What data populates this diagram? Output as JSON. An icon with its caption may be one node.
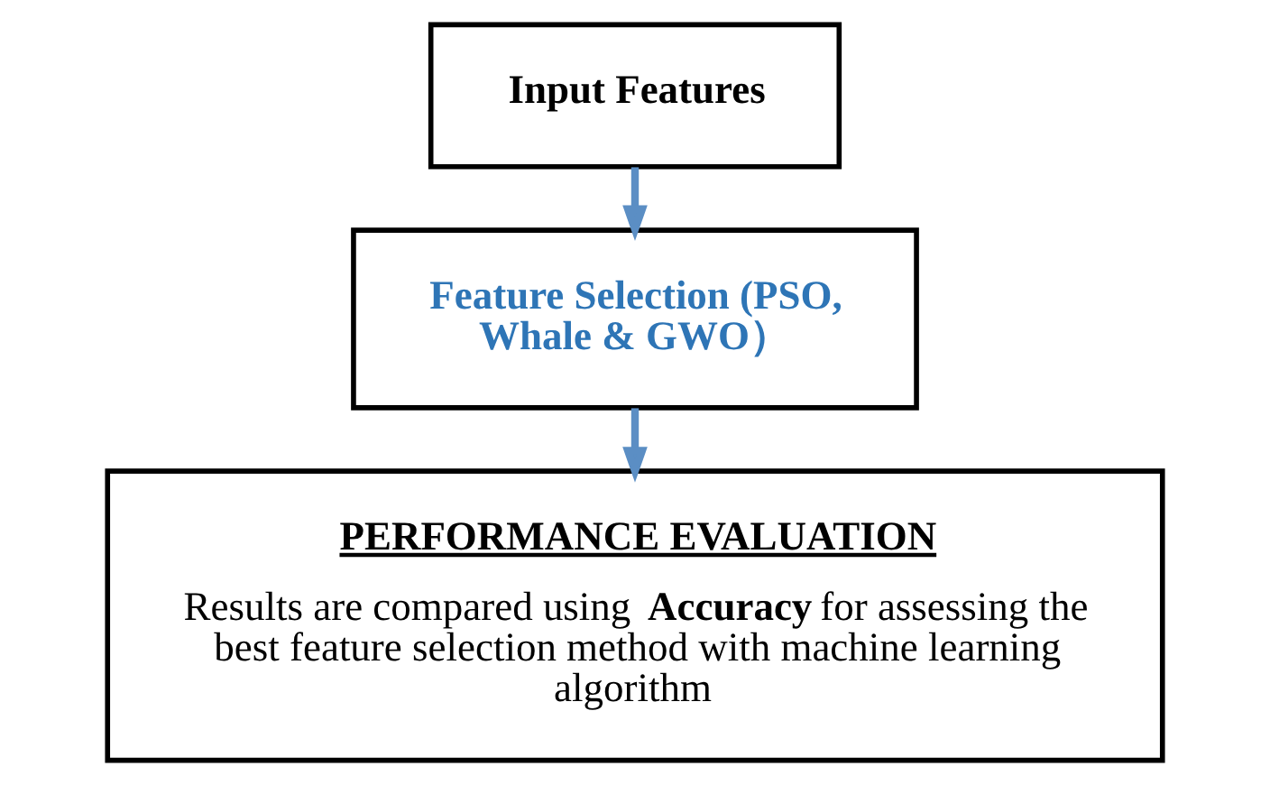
{
  "diagram": {
    "nodes": [
      {
        "text": [
          "Input Features"
        ]
      },
      {
        "text": [
          "Feature Selection (PSO, Whale & GWO）"
        ]
      },
      {
        "text": [
          "PERFORMANCE EVALUATION",
          "Results are compared using **Accuracy** for assessing the best feature selection method with machine learning algorithm"
        ]
      }
    ],
    "edges": [
      {
        "from": 0,
        "to": 1,
        "arrow": "to"
      },
      {
        "from": 1,
        "to": 2,
        "arrow": "to"
      }
    ]
  }
}
